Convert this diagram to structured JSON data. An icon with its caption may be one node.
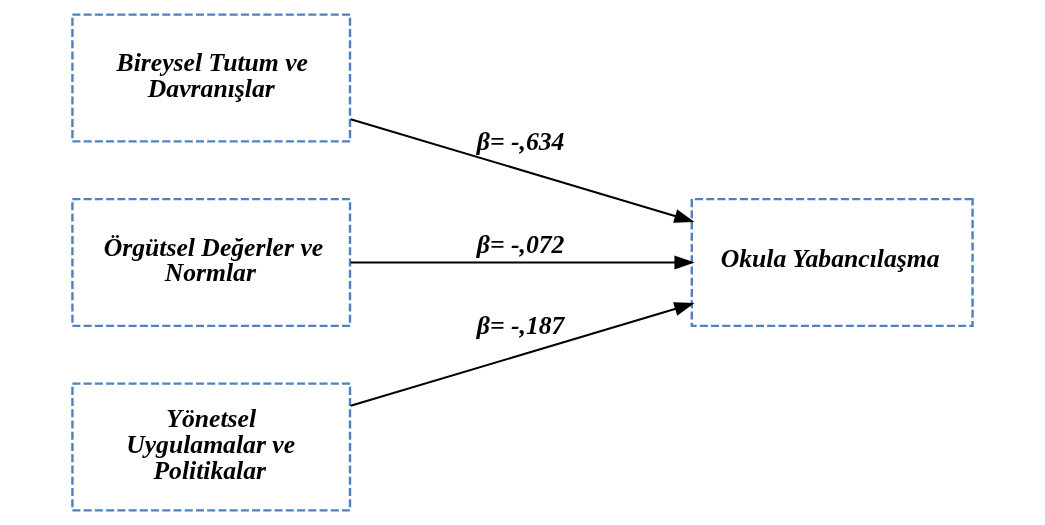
{
  "diagram": {
    "nodes": [
      {
        "text": [
          "Bireysel Tutum ve Davranışlar"
        ]
      },
      {
        "text": [
          "Örgütsel Değerler ve Normlar"
        ]
      },
      {
        "text": [
          "Yönetsel Uygulamalar ve Politikalar"
        ]
      },
      {
        "text": [
          "Okula Yabancılaşma"
        ]
      }
    ],
    "edges": [
      {
        "from": 0,
        "to": 3,
        "arrow": "to",
        "label": "β= -,634"
      },
      {
        "from": 1,
        "to": 3,
        "arrow": "to",
        "label": "β= -,072"
      },
      {
        "from": 2,
        "to": 3,
        "arrow": "to",
        "label": "β= -,187"
      }
    ]
  }
}
